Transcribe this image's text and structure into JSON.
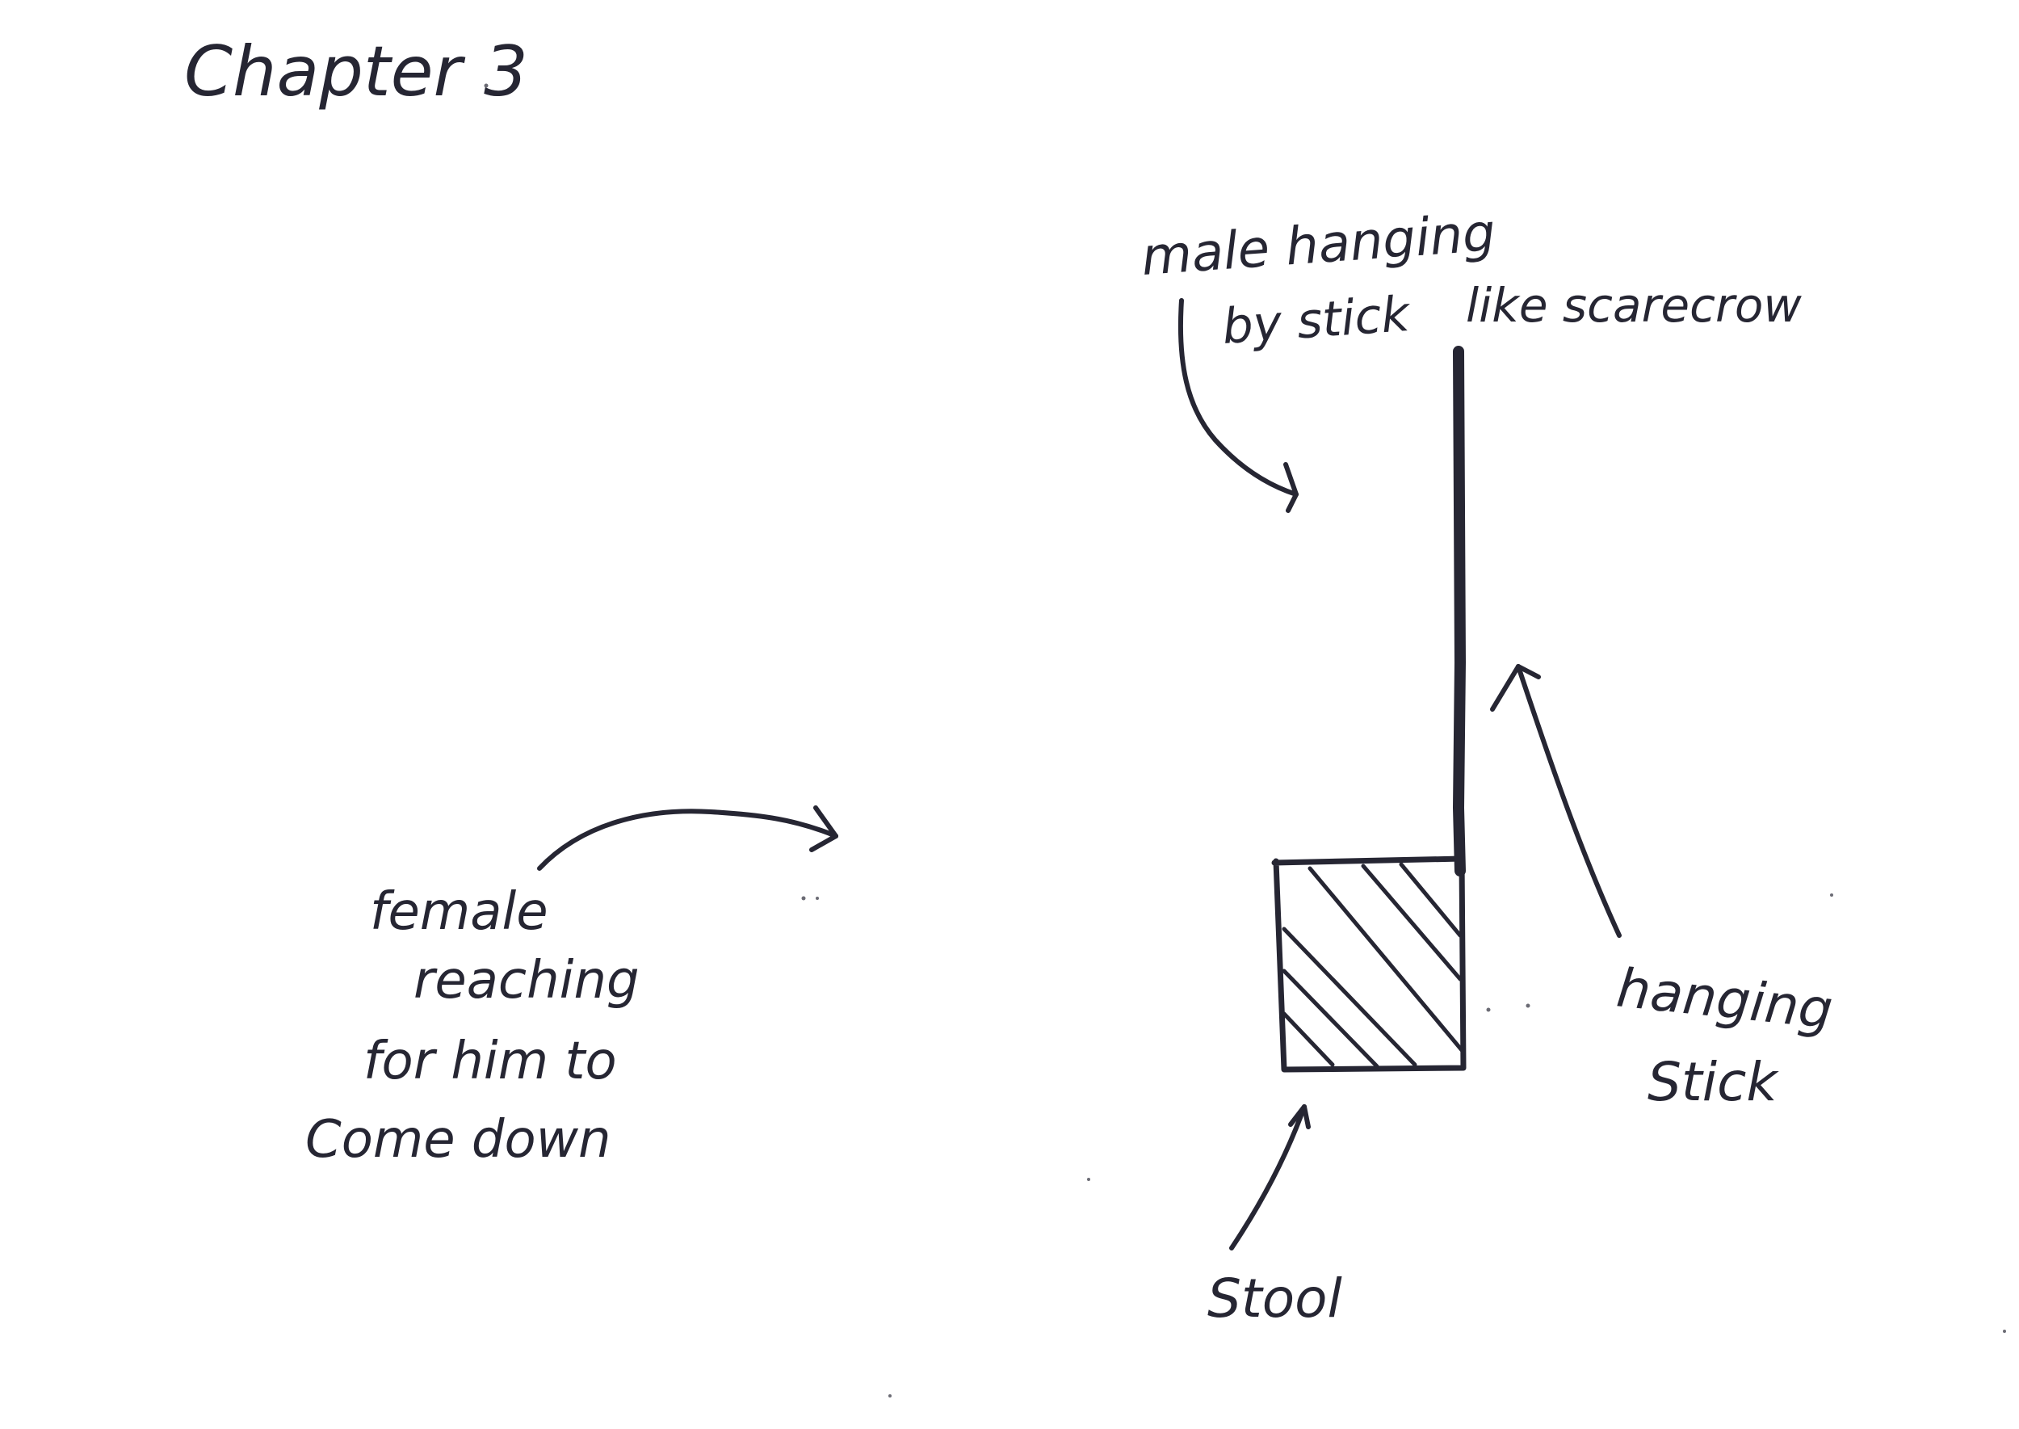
{
  "title": "Chapter 3",
  "labels": {
    "male_hanging": "male hanging",
    "by_stick": "by stick",
    "like_scarecrow": "like scarecrow",
    "female_line1": "female",
    "female_line2": "reaching",
    "female_line3": "for him to",
    "female_line4": "Come down",
    "hanging": "hanging",
    "stick": "Stick",
    "stool": "Stool"
  },
  "colors": {
    "ink": "#262633",
    "paper": "#ffffff"
  }
}
